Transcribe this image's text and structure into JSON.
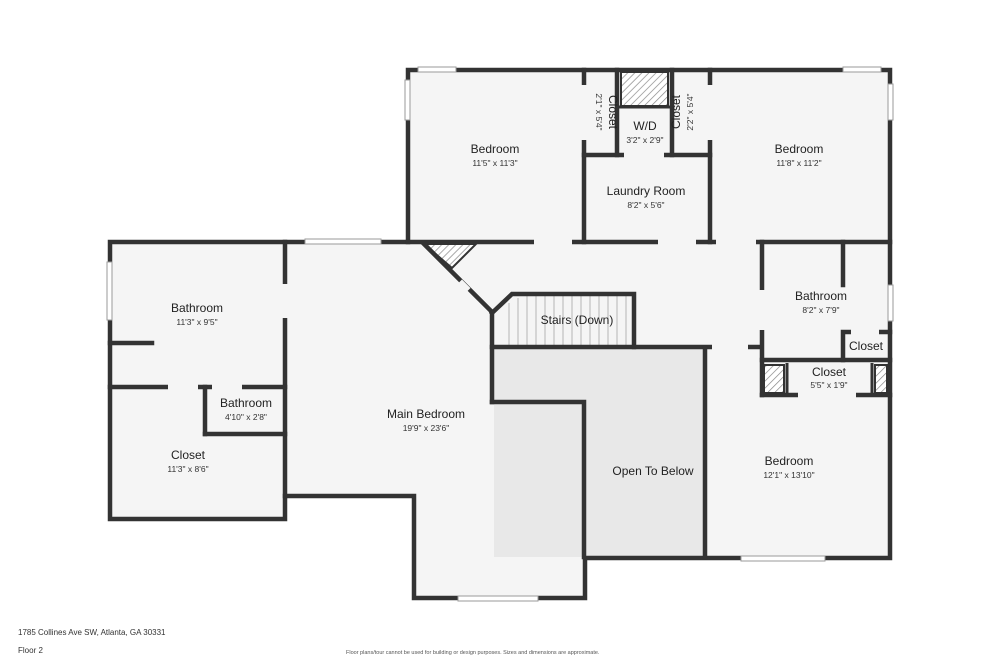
{
  "rooms": [
    {
      "id": "bedroom_nw",
      "name": "Bedroom",
      "dims": "11'5\" x 11'3\""
    },
    {
      "id": "closet_a",
      "name": "Closet",
      "dims": "2'1\" x 5'4\""
    },
    {
      "id": "wd",
      "name": "W/D",
      "dims": "3'2\" x 2'9\""
    },
    {
      "id": "closet_b",
      "name": "Closet",
      "dims": "2'2\" x 5'4\""
    },
    {
      "id": "bedroom_ne",
      "name": "Bedroom",
      "dims": "11'8\" x 11'2\""
    },
    {
      "id": "laundry",
      "name": "Laundry Room",
      "dims": "8'2\" x 5'6\""
    },
    {
      "id": "bathroom_w",
      "name": "Bathroom",
      "dims": "11'3\" x 9'5\""
    },
    {
      "id": "bathroom_small",
      "name": "Bathroom",
      "dims": "4'10\" x 2'8\""
    },
    {
      "id": "closet_w",
      "name": "Closet",
      "dims": "11'3\" x 8'6\""
    },
    {
      "id": "main_bedroom",
      "name": "Main Bedroom",
      "dims": "19'9\" x 23'6\""
    },
    {
      "id": "stairs",
      "name": "Stairs (Down)",
      "dims": ""
    },
    {
      "id": "open_below",
      "name": "Open To Below",
      "dims": ""
    },
    {
      "id": "bathroom_e",
      "name": "Bathroom",
      "dims": "8'2\" x 7'9\""
    },
    {
      "id": "closet_e_small",
      "name": "Closet",
      "dims": ""
    },
    {
      "id": "closet_e",
      "name": "Closet",
      "dims": "5'5\" x 1'9\""
    },
    {
      "id": "bedroom_se",
      "name": "Bedroom",
      "dims": "12'1\" x 13'10\""
    }
  ],
  "footer": {
    "address": "1785 Collines Ave SW, Atlanta, GA 30331",
    "floor": "Floor 2",
    "disclaimer": "Floor plans/tour cannot be used for building or design purposes. Sizes and dimensions are approximate."
  }
}
